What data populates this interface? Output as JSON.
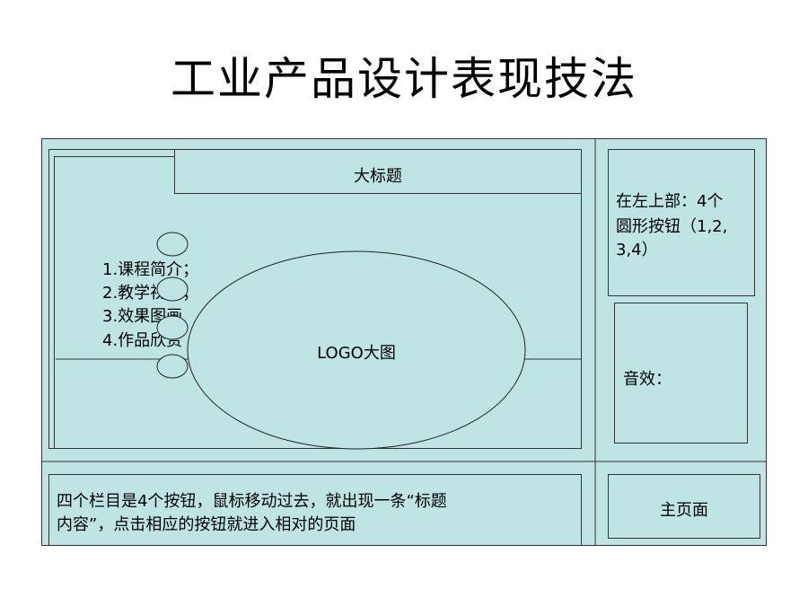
{
  "page_title": "工业产品设计表现技法",
  "header_title": "大标题",
  "menu_items": [
    "1.课程简介；",
    "2.教学视频；",
    "3.效果图画",
    "4.作品欣赏"
  ],
  "logo_label": "LOGO大图",
  "note_top_right": [
    "在左上部：4个",
    "圆形按钮（1,2,",
    "3,4）"
  ],
  "sound_label": "音效：",
  "footer_note": [
    "四个栏目是4个按钮，鼠标移动过去，就出现一条“标题",
    "内容”，点击相应的按钮就进入相对的页面"
  ],
  "home_label": "主页面",
  "colors": {
    "panel_fill": "#bfe4e4",
    "stroke": "#333333"
  }
}
